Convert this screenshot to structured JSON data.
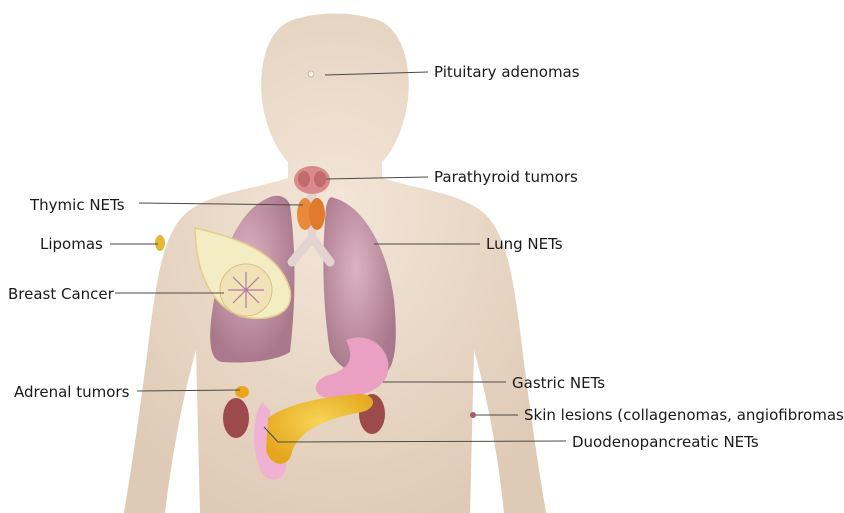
{
  "labels": {
    "pituitary": "Pituitary adenomas",
    "parathyroid": "Parathyroid tumors",
    "thymic": "Thymic NETs",
    "lipomas": "Lipomas",
    "lung": "Lung NETs",
    "breast": "Breast Cancer",
    "adrenal": "Adrenal tumors",
    "gastric": "Gastric NETs",
    "skin": "Skin lesions (collagenomas, angiofibromas)",
    "duodenopancreatic": "Duodenopancreatic NETs"
  },
  "colors": {
    "skin": "#ecdccb",
    "lung": "#c9a0b0",
    "breast": "#f4ecc2",
    "thymus": "#e9893a",
    "thyroid": "#d9898a",
    "pancreas": "#f2c232",
    "stomach": "#eaa0c2",
    "kidney": "#9d4a4a",
    "adrenal": "#e8a71d"
  }
}
